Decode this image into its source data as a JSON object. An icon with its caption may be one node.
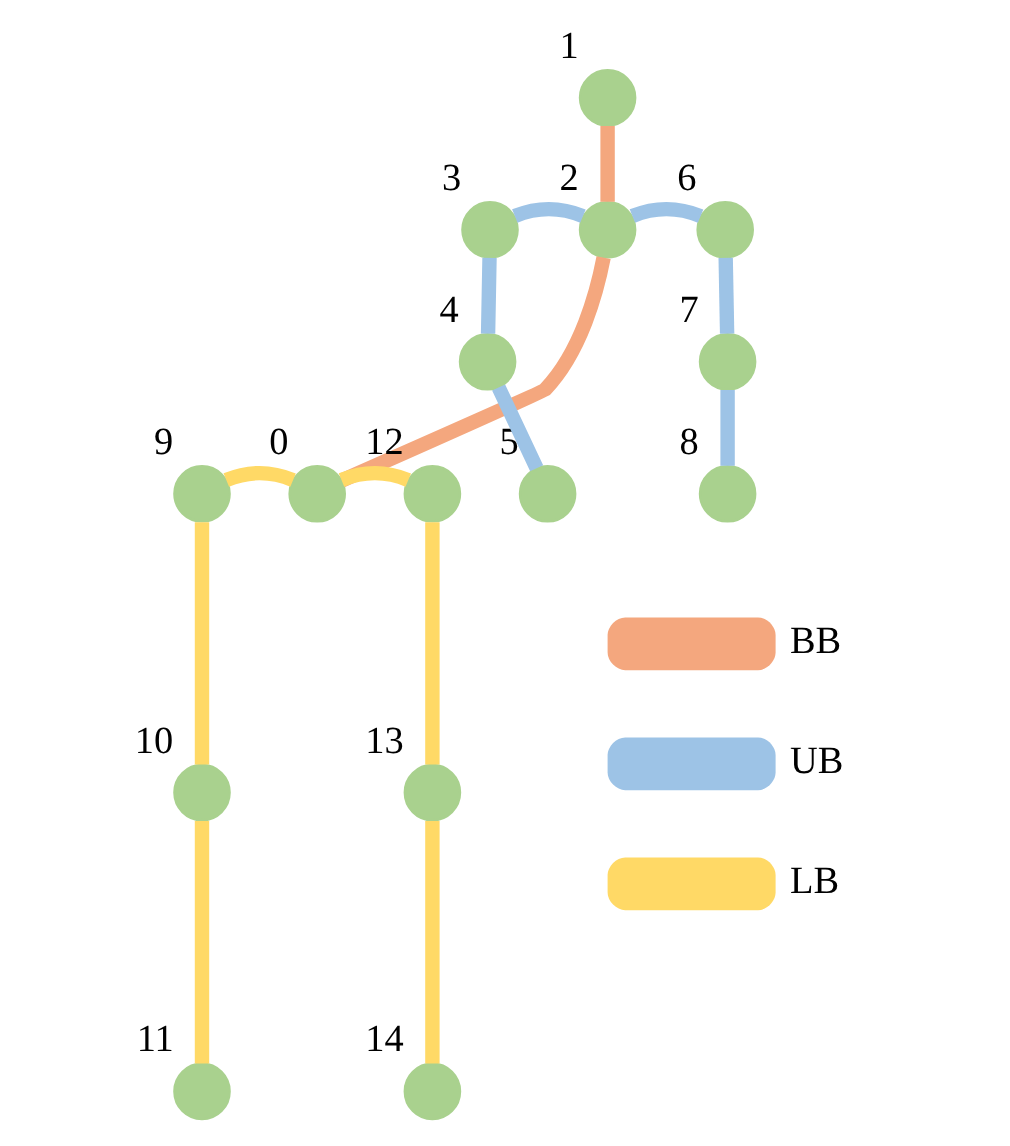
{
  "diagram": {
    "nodes": [
      {
        "text": [],
        "shape": "circle",
        "beside": [
          "1"
        ]
      },
      {
        "text": [],
        "shape": "circle",
        "beside": [
          "3"
        ]
      },
      {
        "text": [],
        "shape": "circle",
        "beside": [
          "2"
        ]
      },
      {
        "text": [],
        "shape": "circle",
        "beside": [
          "6"
        ]
      },
      {
        "text": [],
        "shape": "circle",
        "beside": [
          "4"
        ]
      },
      {
        "text": [],
        "shape": "circle",
        "beside": [
          "7"
        ]
      },
      {
        "text": [],
        "shape": "circle",
        "beside": [
          "5"
        ]
      },
      {
        "text": [],
        "shape": "circle",
        "beside": [
          "9"
        ]
      },
      {
        "text": [],
        "shape": "circle",
        "beside": [
          "0"
        ]
      },
      {
        "text": [],
        "shape": "circle",
        "beside": [
          "12"
        ]
      },
      {
        "text": [],
        "shape": "circle",
        "beside": [
          "8"
        ]
      },
      {
        "text": [],
        "shape": "circle",
        "beside": [
          "10"
        ]
      },
      {
        "text": [],
        "shape": "circle",
        "beside": [
          "13"
        ]
      },
      {
        "text": [],
        "shape": "circle",
        "beside": [
          "11"
        ]
      },
      {
        "text": [],
        "shape": "circle",
        "beside": [
          "14"
        ]
      }
    ],
    "edges": [
      {
        "from": 0,
        "to": 2,
        "arrow": "none",
        "color": "#f4a77e"
      },
      {
        "from": 2,
        "to": 8,
        "arrow": "none",
        "color": "#f4a77e"
      },
      {
        "from": 1,
        "to": 2,
        "arrow": "none",
        "color": "#9dc3e6"
      },
      {
        "from": 2,
        "to": 3,
        "arrow": "none",
        "color": "#9dc3e6"
      },
      {
        "from": 1,
        "to": 4,
        "arrow": "none",
        "color": "#9dc3e6"
      },
      {
        "from": 4,
        "to": 6,
        "arrow": "none",
        "color": "#9dc3e6"
      },
      {
        "from": 3,
        "to": 5,
        "arrow": "none",
        "color": "#9dc3e6"
      },
      {
        "from": 5,
        "to": 10,
        "arrow": "none",
        "color": "#9dc3e6"
      },
      {
        "from": 7,
        "to": 8,
        "arrow": "none",
        "color": "#ffd966"
      },
      {
        "from": 8,
        "to": 9,
        "arrow": "none",
        "color": "#ffd966"
      },
      {
        "from": 7,
        "to": 11,
        "arrow": "none",
        "color": "#ffd966"
      },
      {
        "from": 11,
        "to": 13,
        "arrow": "none",
        "color": "#ffd966"
      },
      {
        "from": 9,
        "to": 12,
        "arrow": "none",
        "color": "#ffd966"
      },
      {
        "from": 12,
        "to": 14,
        "arrow": "none",
        "color": "#ffd966"
      }
    ],
    "legend": [
      {
        "text": "BB",
        "color": "#f4a77e"
      },
      {
        "text": "UB",
        "color": "#9dc3e6"
      },
      {
        "text": "LB",
        "color": "#ffd966"
      }
    ]
  }
}
